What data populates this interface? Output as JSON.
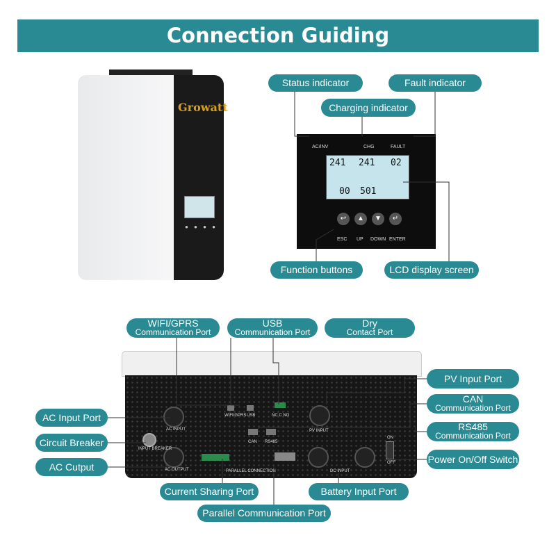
{
  "title": "Connection Guiding",
  "brand": "Growatt",
  "top_callouts": {
    "status": "Status indicator",
    "fault": "Fault indicator",
    "charging": "Charging indicator",
    "function": "Function buttons",
    "lcd": "LCD display screen"
  },
  "panel": {
    "led_acinv": "AC/INV",
    "led_chg": "CHG",
    "led_fault": "FAULT",
    "lcd_left": "241",
    "lcd_mid": "241",
    "lcd_right": "02",
    "lcd_bl": "00",
    "lcd_bm": "501",
    "btn_esc": "ESC",
    "btn_up": "UP",
    "btn_down": "DOWN",
    "btn_enter": "ENTER"
  },
  "bottom_callouts": {
    "wifi_l1": "WIFI/GPRS",
    "wifi_l2": "Communication Port",
    "usb_l1": "USB",
    "usb_l2": "Communication Port",
    "dry_l1": "Dry",
    "dry_l2": "Contact Port",
    "pv": "PV Input Port",
    "can_l1": "CAN",
    "can_l2": "Communication Port",
    "rs485_l1": "RS485",
    "rs485_l2": "Communication Port",
    "power": "Power On/Off Switch",
    "ac_input": "AC Input Port",
    "breaker": "Circuit Breaker",
    "ac_output": "AC Cutput",
    "current_sharing": "Current Sharing Port",
    "battery": "Battery Input Port",
    "parallel": "Parallel Communication Port"
  },
  "device_labels": {
    "wifi": "WIFI/GPRS",
    "usb": "USB",
    "nc_c_no": "NC  C  NO",
    "pv_input": "PV INPUT",
    "can": "CAN",
    "rs485": "RS485",
    "ac_input": "AC INPUT",
    "input_breaker": "INPUT BREAKER",
    "ac_output": "AC OUTPUT",
    "parallel_connection": "PARALLEL CONNECTION",
    "dc_input": "DC INPUT",
    "on": "ON",
    "off": "OFF"
  },
  "colors": {
    "accent": "#2a8a93",
    "line": "#333333"
  }
}
